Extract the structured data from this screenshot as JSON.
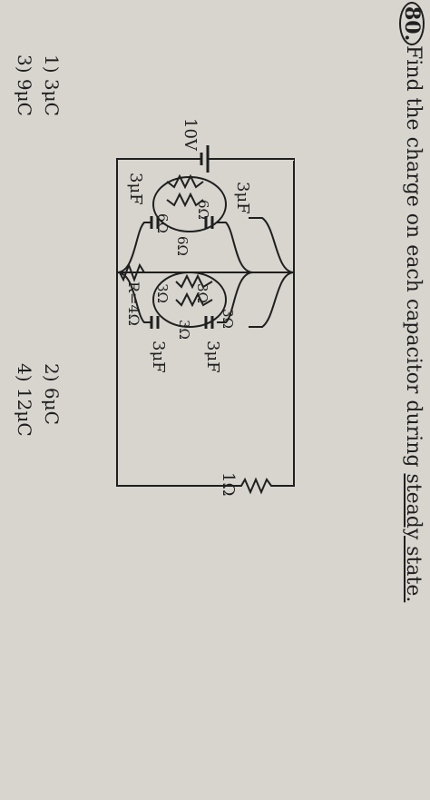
{
  "question": {
    "number": "80.",
    "text_prefix": "Find the charge on each capacitor during",
    "text_underlined": "steady state."
  },
  "circuit": {
    "labels": {
      "cap_top_left": "3μF",
      "cap_top_right": "3μF",
      "cap_left": "3μF",
      "cap_right": "3μF",
      "res_3a": "3Ω",
      "res_3b": "3Ω",
      "res_3c": "3Ω",
      "res_3d": "3Ω",
      "res_r": "R=4Ω",
      "res_6a": "6Ω",
      "res_6b": "6Ω",
      "res_6c": "6Ω",
      "battery": "10V",
      "res_1": "1Ω"
    }
  },
  "options": [
    {
      "label": "1) 3μC"
    },
    {
      "label": "2) 6μC"
    },
    {
      "label": "3) 9μC"
    },
    {
      "label": "4) 12μC"
    }
  ],
  "colors": {
    "paper": "#d8d5cf",
    "ink": "#1f1f1f"
  }
}
